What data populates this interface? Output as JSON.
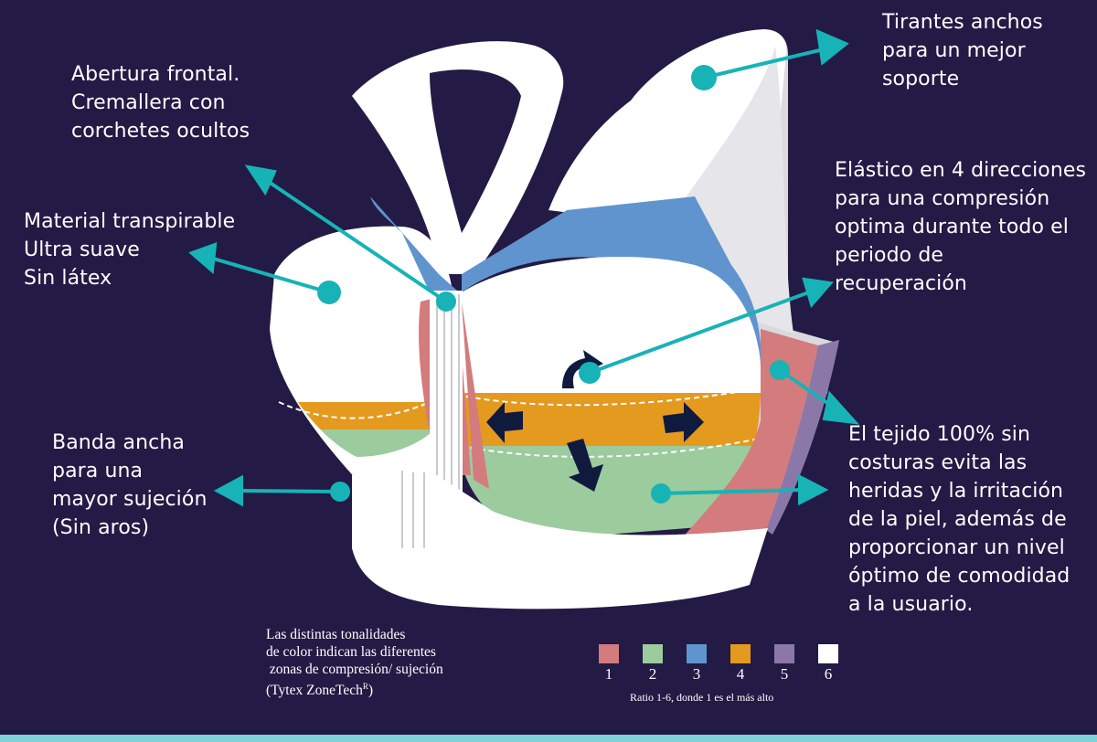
{
  "colors": {
    "background": "#231a45",
    "accent": "#17b3b6",
    "zone_1": "#d47b7d",
    "zone_2": "#9ccb9e",
    "zone_3": "#5f94ce",
    "zone_4": "#e49a1e",
    "zone_5": "#8b78a8",
    "zone_6": "#ffffff",
    "arrow_navy": "#0f1a3e"
  },
  "callouts": {
    "straps": [
      "Tirantes anchos",
      "para un mejor",
      "soporte"
    ],
    "front_opening": [
      "Abertura frontal.",
      "Cremallera con",
      "corchetes ocultos"
    ],
    "material": [
      "Material transpirable",
      "Ultra suave",
      "Sin látex"
    ],
    "elastic": [
      "Elástico en 4 direcciones",
      "para una compresión",
      "optima durante todo el",
      "periodo de",
      "recuperación"
    ],
    "band": [
      "Banda ancha",
      "para una",
      "mayor sujeción",
      "(Sin aros)"
    ],
    "seamless": [
      "El tejido 100% sin",
      "costuras evita las",
      "heridas y la irritación",
      "de la piel, además de",
      "proporcionar un nivel",
      "óptimo de comodidad",
      "a la usuario."
    ]
  },
  "note": {
    "lines": [
      "Las distintas tonalidades",
      "de color indican las diferentes",
      " zonas de compresión/ sujeción",
      "(Tytex ZoneTech"
    ],
    "superscript": "R",
    "closing": ")"
  },
  "legend": {
    "items": [
      {
        "label": "1",
        "color": "#d47b7d"
      },
      {
        "label": "2",
        "color": "#9ccb9e"
      },
      {
        "label": "3",
        "color": "#5f94ce"
      },
      {
        "label": "4",
        "color": "#e49a1e"
      },
      {
        "label": "5",
        "color": "#8b78a8"
      },
      {
        "label": "6",
        "color": "#ffffff"
      }
    ],
    "caption": "Ratio 1-6, donde 1 es el más alto"
  }
}
